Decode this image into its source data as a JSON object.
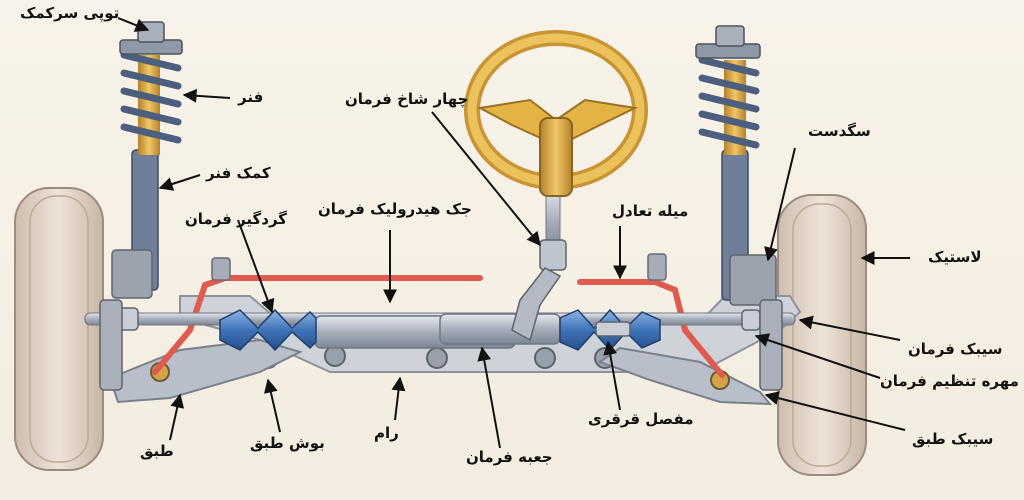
{
  "labels": {
    "top_mount": "توپی سرکمک",
    "spring": "فنر",
    "shock": "کمک فنر",
    "boot": "گردگیر فرمان",
    "hydraulic_jack": "جک هیدرولیک فرمان",
    "universal_joint": "چهار شاخ فرمان",
    "stabilizer_bar": "میله تعادل",
    "knuckle": "سگدست",
    "tire": "لاستیک",
    "tie_rod": "سیبک فرمان",
    "adjust_nut": "مهره تنظیم فرمان",
    "lower_ball_joint": "سیبک طبق",
    "ball_joint": "مفصل قرقری",
    "steering_box": "جعبه فرمان",
    "frame": "رام",
    "arm_bushing": "بوش طبق",
    "control_arm": "طبق"
  },
  "colors": {
    "tire": "#e9ddd0",
    "steel": "#b7bec8",
    "spring": "#4d5f7e",
    "damper_gold": "#d9a640",
    "wheel_yellow": "#e3b445",
    "stabilizer": "#e2574c",
    "boot": "#4a80c4"
  }
}
